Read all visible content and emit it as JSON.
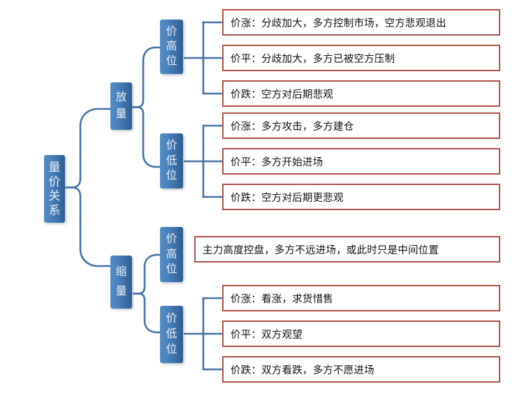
{
  "diagram": {
    "title": "量价关系",
    "root": {
      "label": "量价关系",
      "chars": [
        "量",
        "价",
        "关",
        "系"
      ]
    },
    "branches": [
      {
        "id": "fangliang",
        "label": "放量",
        "chars": [
          "放",
          "量"
        ],
        "children": [
          {
            "id": "fangliang-gaowei",
            "label": "价高位",
            "chars": [
              "价",
              "高",
              "位"
            ],
            "items": [
              "价涨：分歧加大，多方控制市场，空方悲观退出",
              "价平：分歧加大，多方已被空方压制",
              "价跌：空方对后期悲观"
            ]
          },
          {
            "id": "fangliang-diwei",
            "label": "价低位",
            "chars": [
              "价",
              "低",
              "位"
            ],
            "items": [
              "价涨：多方攻击，多方建仓",
              "价平：多方开始进场",
              "价跌：空方对后期更悲观"
            ]
          }
        ]
      },
      {
        "id": "suoliang",
        "label": "缩量",
        "chars": [
          "缩",
          "量"
        ],
        "children": [
          {
            "id": "suoliang-gaowei",
            "label": "价高位",
            "chars": [
              "价",
              "高",
              "位"
            ],
            "items": [
              "主力高度控盘，多方不远进场，或此时只是中间位置"
            ]
          },
          {
            "id": "suoliang-diwei",
            "label": "价低位",
            "chars": [
              "价",
              "低",
              "位"
            ],
            "items": [
              "价涨：看涨，求货惜售",
              "价平：双方观望",
              "价跌：双方看跌，多方不愿进场"
            ]
          }
        ]
      }
    ],
    "colors": {
      "node_blue_light": "#538CC6",
      "node_blue_dark": "#2E5E92",
      "box_border_red": "#B0504A",
      "connector_blue": "#4472A8",
      "background": "#FFFFFF",
      "node_text": "#E8EEF5",
      "box_text": "#111111"
    }
  }
}
